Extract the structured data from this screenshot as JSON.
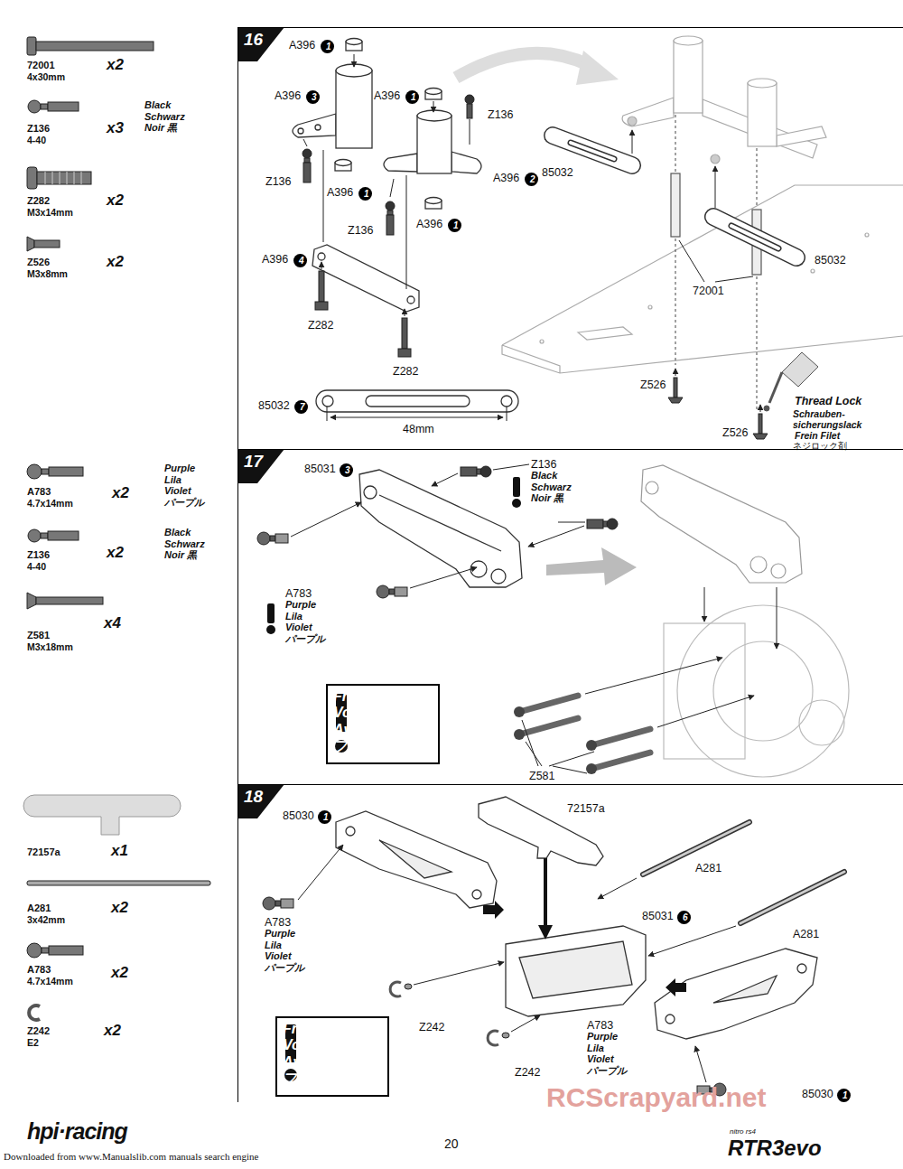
{
  "diagram": {
    "nodes": [
      {
        "text": [
          "16"
        ]
      },
      {
        "text": [
          "1"
        ],
        "in": 0
      },
      {
        "text": [
          "3"
        ],
        "in": 0
      },
      {
        "text": [
          "1"
        ],
        "in": 0
      },
      {
        "text": [
          "2"
        ],
        "in": 0
      },
      {
        "text": [
          "1"
        ],
        "in": 0
      },
      {
        "text": [
          "1"
        ],
        "in": 0
      },
      {
        "text": [
          "4"
        ],
        "in": 0
      },
      {
        "text": [
          "7"
        ],
        "in": 0
      },
      {
        "text": [
          "17"
        ]
      },
      {
        "text": [
          "3"
        ],
        "in": 9
      },
      {
        "text": [
          "Front Vorne Avant フロント"
        ],
        "in": 9
      },
      {
        "text": [
          "18"
        ]
      },
      {
        "text": [
          "1"
        ],
        "in": 12
      },
      {
        "text": [
          "6"
        ],
        "in": 12
      },
      {
        "text": [
          "1"
        ],
        "in": 12
      },
      {
        "text": [
          "Front Vorne Avant フロント"
        ],
        "in": 12
      }
    ],
    "labels": [
      "72001",
      "4x30mm",
      "x2",
      "Z136",
      "4-40",
      "x3",
      "Black Schwarz Noir 黒",
      "Z282",
      "M3x14mm",
      "x2",
      "Z526",
      "M3x8mm",
      "x2",
      "A783",
      "4.7x14mm",
      "x2",
      "Purple Lila Violet パープル",
      "Z136",
      "4-40",
      "x2",
      "Black Schwarz Noir 黒",
      "Z581",
      "M3x18mm",
      "x4",
      "72157a",
      "x1",
      "A281",
      "3x42mm",
      "x2",
      "A783",
      "4.7x14mm",
      "x2",
      "Z242",
      "E2",
      "x2",
      "A396",
      "A396",
      "A396",
      "Z136",
      "A396",
      "Z136",
      "A396",
      "Z136",
      "A396",
      "A396",
      "Z282",
      "Z282",
      "85032",
      "48mm",
      "85032",
      "85032",
      "72001",
      "Z526",
      "Thread Lock",
      "Schrauben- sicherungslack",
      "Frein Filet",
      "ネジロック剤",
      "Z526",
      "85031",
      "Z136",
      "Black Schwarz Noir 黒",
      "A783",
      "Purple Lila Violet パープル",
      "Z581",
      "85030",
      "72157a",
      "A281",
      "A281",
      "85031",
      "A783",
      "Purple Lila Violet パープル",
      "Z242",
      "Z242",
      "A783",
      "Purple Lila Violet パープル",
      "85030",
      "RCScrapyard.net",
      "hpi·racing",
      "20",
      "nitro rs4",
      "RTR3evo",
      "Downloaded from www.Manualslib.com manuals search engine"
    ]
  }
}
